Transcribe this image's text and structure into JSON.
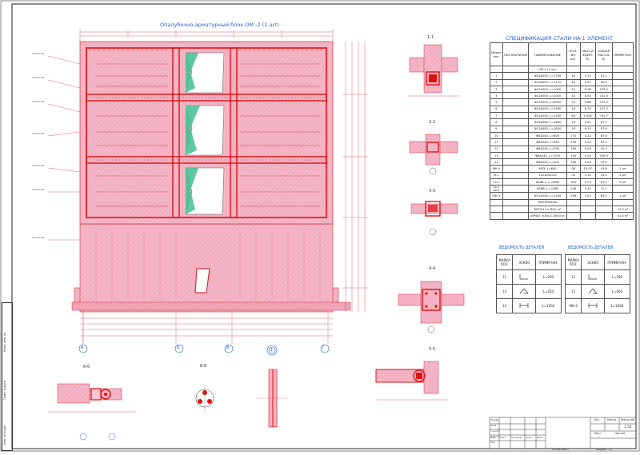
{
  "drawing": {
    "title": "Опалубочно-арматурный блок ОМ -2 (1 шт)",
    "section_titles": [
      "1-1",
      "2-2",
      "3-3",
      "4-4",
      "5-5",
      "6-6",
      "8-8"
    ],
    "axis_labels": [
      "А",
      "Б",
      "В",
      "Г"
    ],
    "axis_marker": "1"
  },
  "spec": {
    "title": "СПЕЦИФИКАЦИЯ СТАЛИ НА 1 ЭЛЕМЕНТ",
    "headers": [
      "Марка поз.",
      "ОБОЗНАЧЕНИЕ",
      "НАИМЕНОВАНИЕ",
      "КОЛ-ВО ШТ.",
      "МАССА ЕДИН. КГ",
      "ОБЩАЯ МАССА, КГ",
      "ПРИМЕЧАН."
    ],
    "group_label": "ОМ-2 (1 шт)",
    "rows": [
      [
        "1",
        "",
        "Ф12А500, L=7290",
        "16",
        "3.15",
        "51.2",
        ""
      ],
      [
        "2",
        "",
        "Ф12А500, L=1170",
        "16",
        "4.37",
        "69.9",
        ""
      ],
      [
        "3",
        "",
        "Ф12А500, L=1000",
        "24",
        "1130",
        "278.2",
        ""
      ],
      [
        "4",
        "",
        "Ф12А500, L=1000",
        "32",
        "8.50",
        "152.0",
        ""
      ],
      [
        "5",
        "",
        "Ф12А500, L=8000",
        "24",
        "1560",
        "379.2",
        ""
      ],
      [
        "6",
        "",
        "Ф12А500, L=7590",
        "16",
        "6.70",
        "107.2",
        ""
      ],
      [
        "7",
        "",
        "Ф12А500, L=1200",
        "64",
        "1.062",
        "743.7",
        ""
      ],
      [
        "8",
        "",
        "Ф12А500, L=1600",
        "16",
        "5.41",
        "87.2",
        ""
      ],
      [
        "9",
        "",
        "Ф12А500, L=1800",
        "16",
        "6.10",
        "97.6",
        ""
      ],
      [
        "10",
        "",
        "Ф6А240, L=600",
        "270",
        "0.32",
        "87.8",
        ""
      ],
      [
        "11",
        "",
        "Ф6А240, L=650",
        "218",
        "0.24",
        "52.4",
        ""
      ],
      [
        "12",
        "",
        "Ф6А240, L=290",
        "190",
        "0.29",
        "41.3",
        ""
      ],
      [
        "13",
        "",
        "Ф6А240, L=1200",
        "150",
        "0.24",
        "108.9",
        ""
      ],
      [
        "14",
        "",
        "Ф8А240, L=400",
        "136",
        "0.26",
        "47.5",
        ""
      ],
      [
        "МН-4",
        "",
        "МЗЗ, L=600",
        "08",
        "10.07",
        "41.8",
        "1 шт"
      ],
      [
        "М-1",
        "",
        "12х100х100",
        "04",
        "1.10",
        "20.4",
        "2 шт"
      ],
      [
        "Ск-1",
        "",
        "Ф18б-1, L=6000",
        "340",
        "0.29",
        "91.1",
        "3 шт"
      ],
      [
        "Ск-2 (шт)",
        "",
        "Ф18б-1, L=850",
        "248",
        "3.30",
        "21.1",
        ""
      ],
      [
        "КЖ-1",
        "",
        "Ф12А500, L=1200",
        "296",
        "3.20",
        "63.0",
        "1 шт"
      ]
    ],
    "materials_label": "МАТЕРИАЛЫ",
    "materials": [
      {
        "name": "БЕТОН кл. В25, м³",
        "value": "15.0 м³"
      },
      {
        "name": "АРМАТ. КЛАСС А500 кг",
        "value": "41.4 м³"
      }
    ]
  },
  "details_left": {
    "title": "ВЕДОМОСТЬ ДЕТАЛЕЙ",
    "headers": [
      "МАРКА ПОЗ.",
      "ЭСКИЗ",
      "ПРИМЕЧАН."
    ],
    "rows": [
      [
        "12",
        "",
        "L=290"
      ],
      [
        "13",
        "",
        "L=650"
      ],
      [
        "14",
        "",
        "L=1050"
      ]
    ]
  },
  "details_right": {
    "title": "ВЕДОМОСТЬ ДЕТАЛЕЙ",
    "headers": [
      "МАРКА ПОЗ.",
      "ЭСКИЗ",
      "ПРИМЕЧАН."
    ],
    "rows": [
      [
        "11",
        "",
        "L=290"
      ],
      [
        "11",
        "",
        "L=600"
      ],
      [
        "МН-4",
        "",
        "L=1050"
      ]
    ]
  },
  "stamp": {
    "stage_label": "Лит.",
    "mass_label": "Масса",
    "scale_label": "Масштаб",
    "scale": "1:50",
    "sheet_label": "Лист",
    "sheets_label": "Листов",
    "copied": "Копировал",
    "format": "Формат А1",
    "row_labels": [
      "Изм.",
      "Лист",
      "№ докум.",
      "Подп.",
      "Дата"
    ],
    "roles": [
      "Разраб.",
      "Пров.",
      "Т.контр.",
      "Н.контр.",
      "Утв."
    ]
  },
  "side_stamp": [
    "Взам. инв. №",
    "Подп. и дата",
    "Инв. № подл."
  ],
  "colors": {
    "concrete": "#f2b3c4",
    "rebar": "#e01010",
    "line": "#d0303a",
    "opening_green": "#3fbf8f",
    "dim": "#d04050"
  }
}
